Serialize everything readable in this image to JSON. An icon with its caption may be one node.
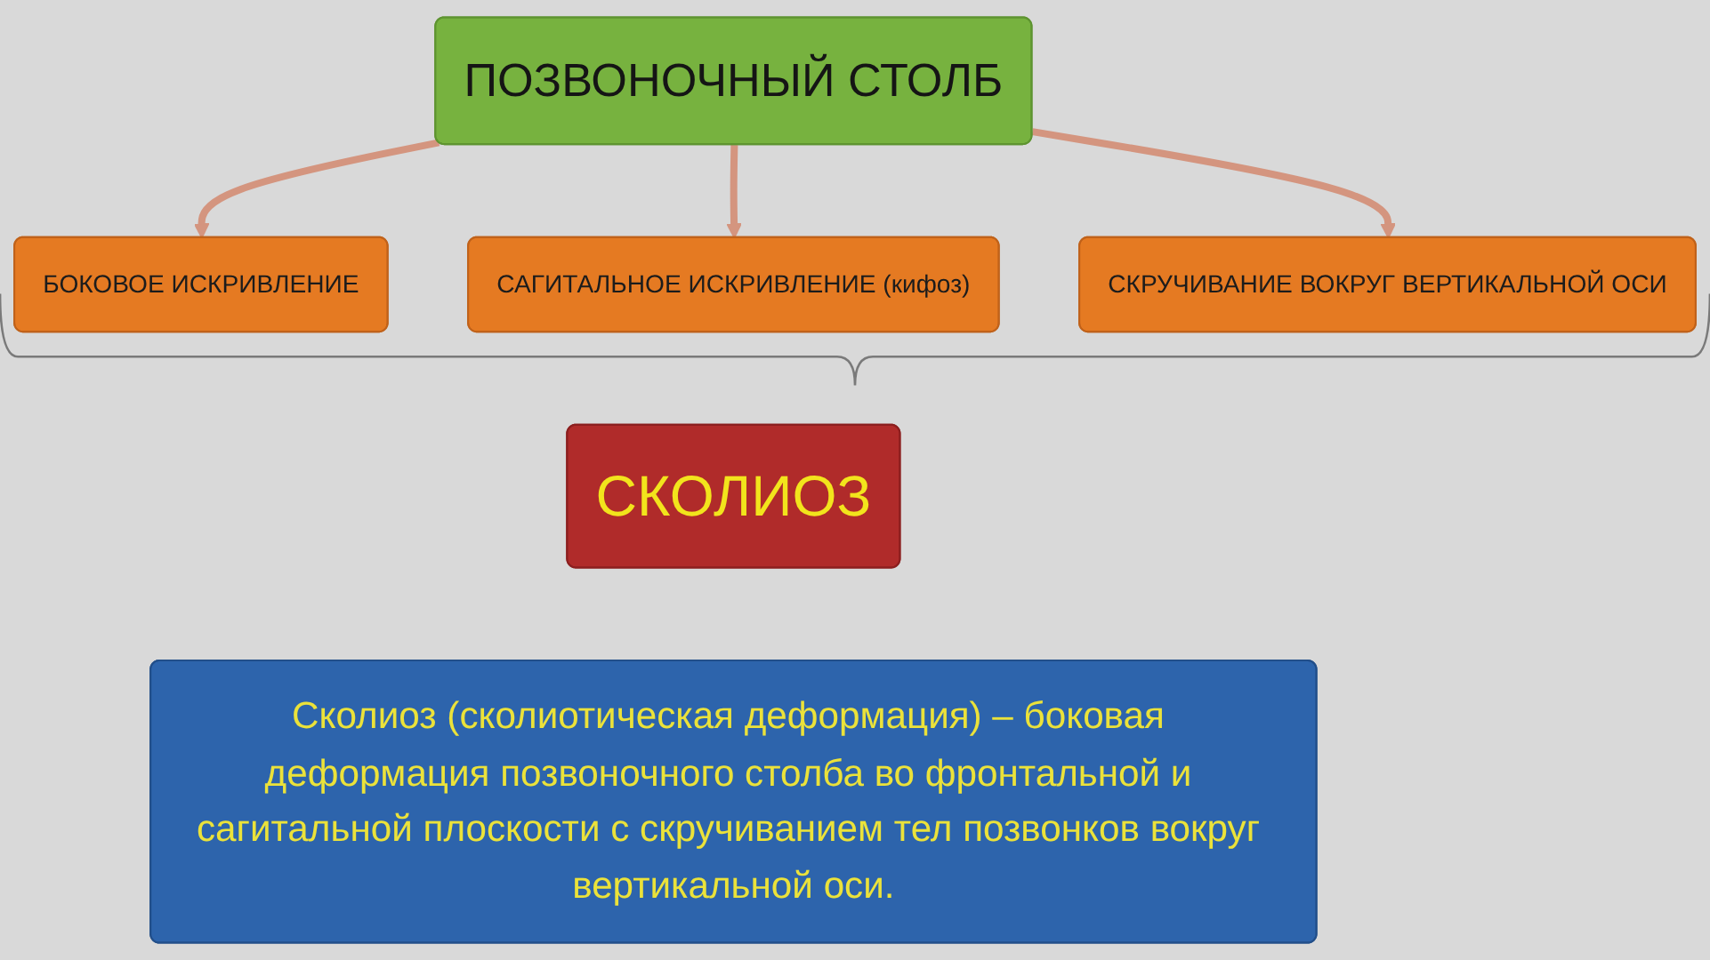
{
  "diagram": {
    "nodes": [
      {
        "text": [
          "ПОЗВОНОЧНЫЙ СТОЛБ"
        ]
      },
      {
        "text": [
          "БОКОВОЕ ИСКРИВЛЕНИЕ"
        ]
      },
      {
        "text": [
          "САГИТАЛЬНОЕ ИСКРИВЛЕНИЕ (кифоз)"
        ]
      },
      {
        "text": [
          "СКРУЧИВАНИЕ ВОКРУГ ВЕРТИКАЛЬНОЙ ОСИ"
        ]
      },
      {
        "text": [
          "СКОЛИОЗ"
        ]
      },
      {
        "text": [
          "Сколиоз (сколиотическая деформация) – боковая деформация позвоночного столба во фронтальной и сагитальной плоскости с скручиванием тел позвонков вокруг вертикальной оси."
        ]
      }
    ],
    "edges": [
      {
        "from": 0,
        "to": 1,
        "arrow": "to"
      },
      {
        "from": 0,
        "to": 2,
        "arrow": "to"
      },
      {
        "from": 0,
        "to": 3,
        "arrow": "to"
      }
    ]
  }
}
